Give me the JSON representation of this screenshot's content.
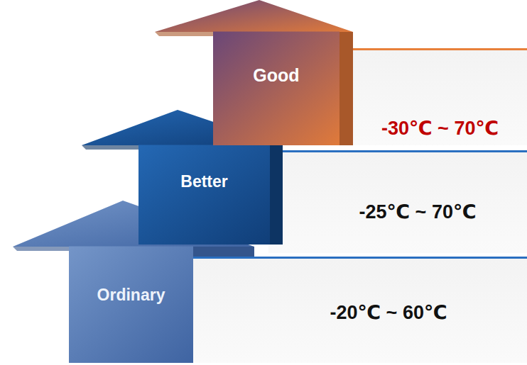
{
  "diagram": {
    "nodes": [
      {
        "text": [
          "Good"
        ]
      },
      {
        "text": [
          "-30℃ ~ 70℃"
        ]
      },
      {
        "text": [
          "Better"
        ]
      },
      {
        "text": [
          "-25℃ ~ 70℃"
        ]
      },
      {
        "text": [
          "Ordinary"
        ]
      },
      {
        "text": [
          "-20℃ ~ 60℃"
        ]
      }
    ]
  }
}
